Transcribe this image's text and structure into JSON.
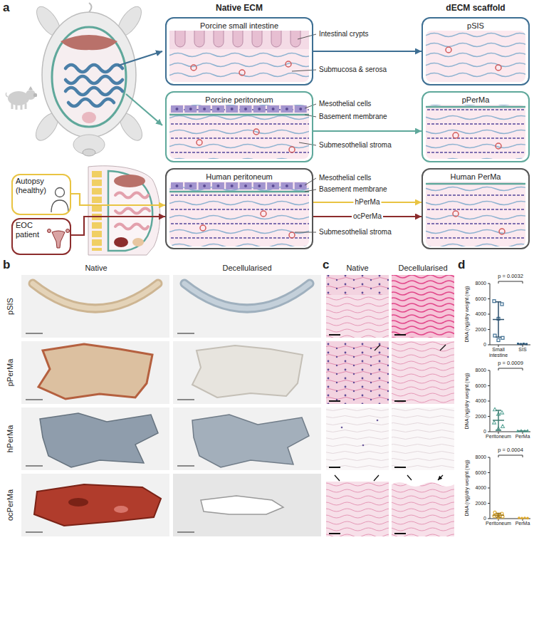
{
  "diagram": {
    "nodes": [
      {
        "text": [
          "Porcine small intestine"
        ]
      },
      {
        "text": [
          "Porcine peritoneum"
        ]
      },
      {
        "text": [
          "Human peritoneum"
        ]
      },
      {
        "text": [
          "pSIS"
        ]
      },
      {
        "text": [
          "pPerMa"
        ]
      },
      {
        "text": [
          "Human PerMa"
        ]
      },
      {
        "text": [
          "Autopsy (healthy)"
        ]
      },
      {
        "text": [
          "EOC patient"
        ]
      }
    ],
    "edges": [
      {
        "from": 0,
        "to": 3,
        "arrow": "to"
      },
      {
        "from": 1,
        "to": 4,
        "arrow": "to"
      },
      {
        "from": 6,
        "to": 2,
        "arrow": "to"
      },
      {
        "from": 7,
        "to": 2,
        "arrow": "to"
      },
      {
        "from": 2,
        "to": 5,
        "label": "hPerMa",
        "arrow": "to"
      },
      {
        "from": 2,
        "to": 5,
        "label": "ocPerMa",
        "arrow": "to"
      }
    ],
    "labels": [
      "a",
      "Native ECM",
      "dECM scaffold",
      "Intestinal crypts",
      "Submucosa & serosa",
      "Mesothelial cells",
      "Basement membrane",
      "Submesothelial stroma",
      "Mesothelial cells",
      "Basement membrane",
      "Submesothelial stroma",
      "b",
      "Native",
      "Decellularised",
      "pSIS",
      "pPerMa",
      "hPerMa",
      "ocPerMa",
      "c",
      "Native",
      "Decellularised",
      "d",
      "DNA (ng)/dry weight (mg)",
      "8000",
      "6000",
      "4000",
      "2000",
      "0",
      "p = 0.0032",
      "Small intestine",
      "SIS",
      "DNA (ng)/dry weight (mg)",
      "8000",
      "6000",
      "4000",
      "2000",
      "0",
      "p = 0.0009",
      "Peritoneum",
      "PerMa",
      "DNA (ng)/dry weight (mg)",
      "8000",
      "6000",
      "4000",
      "2000",
      "0",
      "p = 0.0004",
      "Peritoneum",
      "PerMa"
    ]
  }
}
